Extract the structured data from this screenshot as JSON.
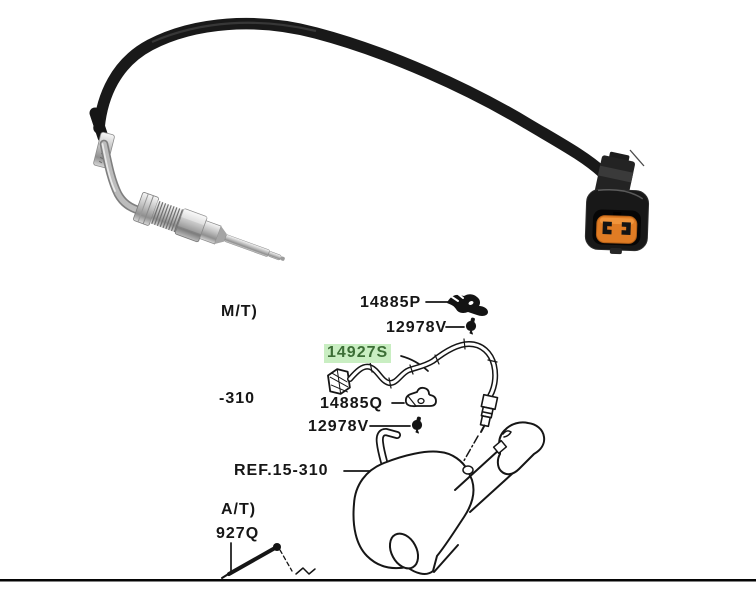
{
  "page": {
    "description": "Exhaust gas temperature sensor product photo above Mitsubishi-style parts location diagram",
    "background": "#ffffff"
  },
  "photo": {
    "subject": "exhaust-gas-temperature-sensor",
    "colors": {
      "cable": "#191919",
      "connector_body": "#181818",
      "connector_seal_orange": "#e07c24",
      "metal": "#b9b9b9"
    }
  },
  "diagram": {
    "highlighted_part": "14927S",
    "colors": {
      "line": "#161616",
      "highlight_bg": "#c9eec2",
      "highlight_text": "#3c6e36"
    },
    "labels": {
      "mt": "M/T)",
      "part_14885p": "14885P",
      "bolt_upper": "12978V",
      "part_14927s": "14927S",
      "part_14885q": "14885Q",
      "bolt_lower": "12978V",
      "ref_partial": "-310",
      "ref_15_310": "REF.15-310",
      "at": "A/T)",
      "part_927q": "927Q"
    }
  }
}
